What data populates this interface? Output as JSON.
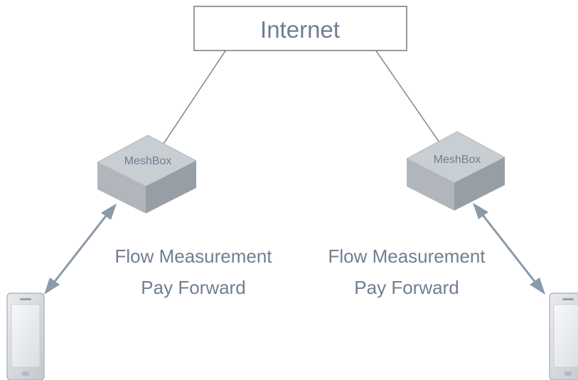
{
  "internet_label": "Internet",
  "left_node": {
    "box_label": "MeshBox",
    "caption_line1": "Flow Measurement",
    "caption_line2": "Pay Forward"
  },
  "right_node": {
    "box_label": "MeshBox",
    "caption_line1": "Flow Measurement",
    "caption_line2": "Pay Forward"
  },
  "colors": {
    "line": "#8a8f94",
    "text": "#6f7f90",
    "arrow": "#8a9aa8",
    "box_top": "#c9ced3",
    "box_left": "#b0b6bc",
    "box_right": "#979ea5"
  }
}
